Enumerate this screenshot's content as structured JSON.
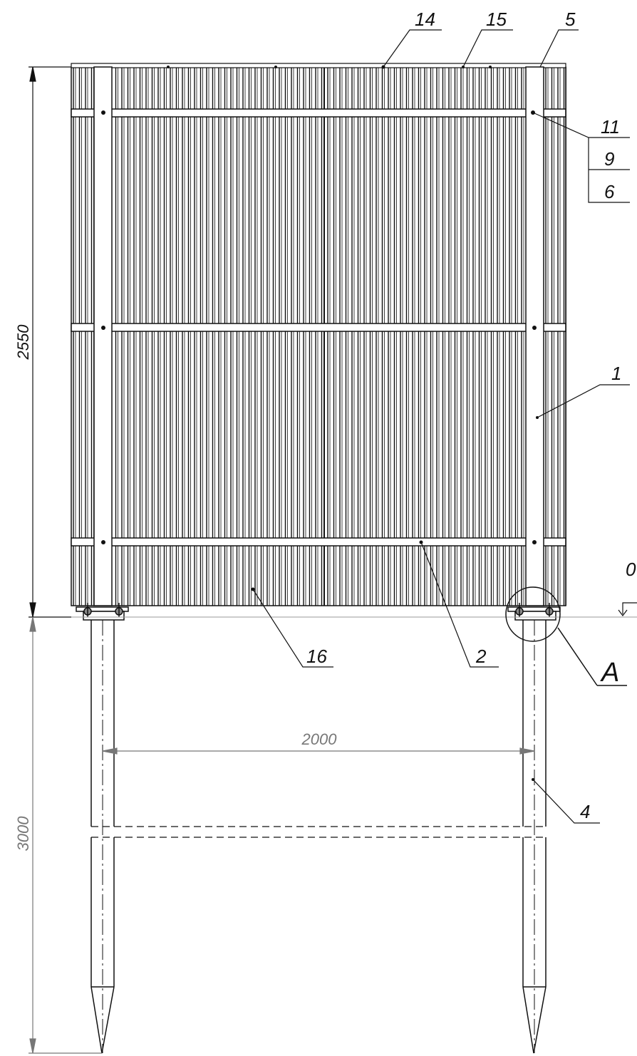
{
  "dimensions": {
    "height_above": "2550",
    "depth_below": "3000",
    "post_spacing": "2000"
  },
  "level_mark": "0",
  "detail_ref": "A",
  "callouts": {
    "c14": "14",
    "c15": "15",
    "c5": "5",
    "c11": "11",
    "c9": "9",
    "c6": "6",
    "c1": "1",
    "c16": "16",
    "c2": "2",
    "c4": "4"
  },
  "colors": {
    "line": "#111111",
    "dimension_gray": "#777777",
    "ground_line": "#999999"
  }
}
